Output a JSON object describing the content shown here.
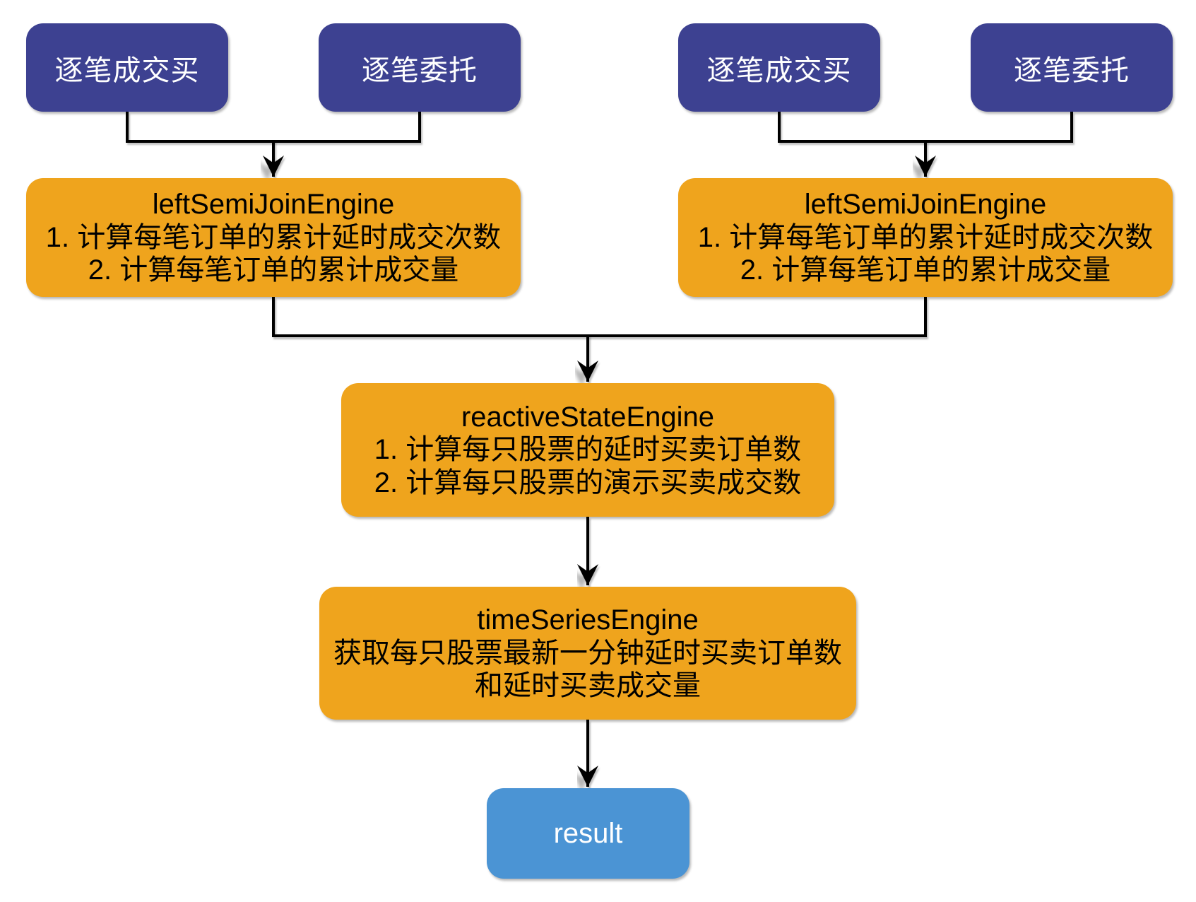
{
  "diagram": {
    "colors": {
      "source_node_fill": "#3d4191",
      "engine_node_fill": "#efa41d",
      "result_node_fill": "#4b94d4",
      "connector_stroke": "#000000",
      "source_text": "#ffffff",
      "engine_text": "#000000",
      "result_text": "#ffffff"
    },
    "nodes": {
      "source_trade_left": {
        "label": "逐笔成交买"
      },
      "source_order_left": {
        "label": "逐笔委托"
      },
      "source_trade_right": {
        "label": "逐笔成交买"
      },
      "source_order_right": {
        "label": "逐笔委托"
      },
      "left_semi_join_left": {
        "title": "leftSemiJoinEngine",
        "line1": "1. 计算每笔订单的累计延时成交次数",
        "line2": "2. 计算每笔订单的累计成交量"
      },
      "left_semi_join_right": {
        "title": "leftSemiJoinEngine",
        "line1": "1. 计算每笔订单的累计延时成交次数",
        "line2": "2. 计算每笔订单的累计成交量"
      },
      "reactive_state": {
        "title": "reactiveStateEngine",
        "line1": "1. 计算每只股票的延时买卖订单数",
        "line2": "2. 计算每只股票的演示买卖成交数"
      },
      "time_series": {
        "title": "timeSeriesEngine",
        "line1": "获取每只股票最新一分钟延时买卖订单数",
        "line2": "和延时买卖成交量"
      },
      "result": {
        "label": "result"
      }
    }
  }
}
